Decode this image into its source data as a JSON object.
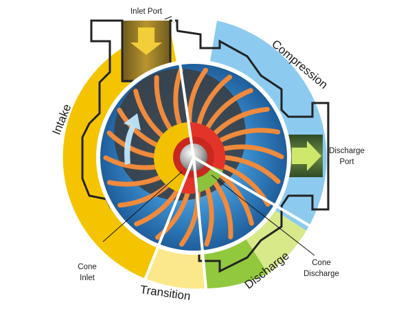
{
  "labels": {
    "inlet_port": "Inlet Port",
    "compression": "Compression",
    "intake": "Intake",
    "discharge_port_line1": "Discharge",
    "discharge_port_line2": "Port",
    "cone_inlet_line1": "Cone",
    "cone_inlet_line2": "Inlet",
    "transition": "Transition",
    "discharge": "Discharge",
    "cone_discharge_line1": "Cone",
    "cone_discharge_line2": "Discharge"
  },
  "colors": {
    "intake_zone": "#f5c400",
    "compression_zone": "#8ccbef",
    "transition_zone": "#fbe88a",
    "discharge_zone": "#92c83e",
    "discharge_light": "#d8e98a",
    "casing_outline": "#2a2a2a",
    "rotor_blue": "#2f7fc4",
    "rotor_dark": "#3a3f45",
    "blade_orange": "#f08a3c",
    "cone_red": "#e3342a",
    "cone_yellow": "#f2c200",
    "cone_green": "#8cc23c",
    "port_inlet": "#a7862a",
    "port_discharge": "#4f6a38",
    "arrow_yellow": "#f5d23a",
    "arrow_light_blue": "#bfe7fb",
    "hub_grey": "#9a9a9a"
  },
  "icons": {
    "inlet_arrow": "arrow-down-icon",
    "discharge_arrow": "arrow-right-icon",
    "rotation_arrow": "curved-arrow-up-icon"
  }
}
